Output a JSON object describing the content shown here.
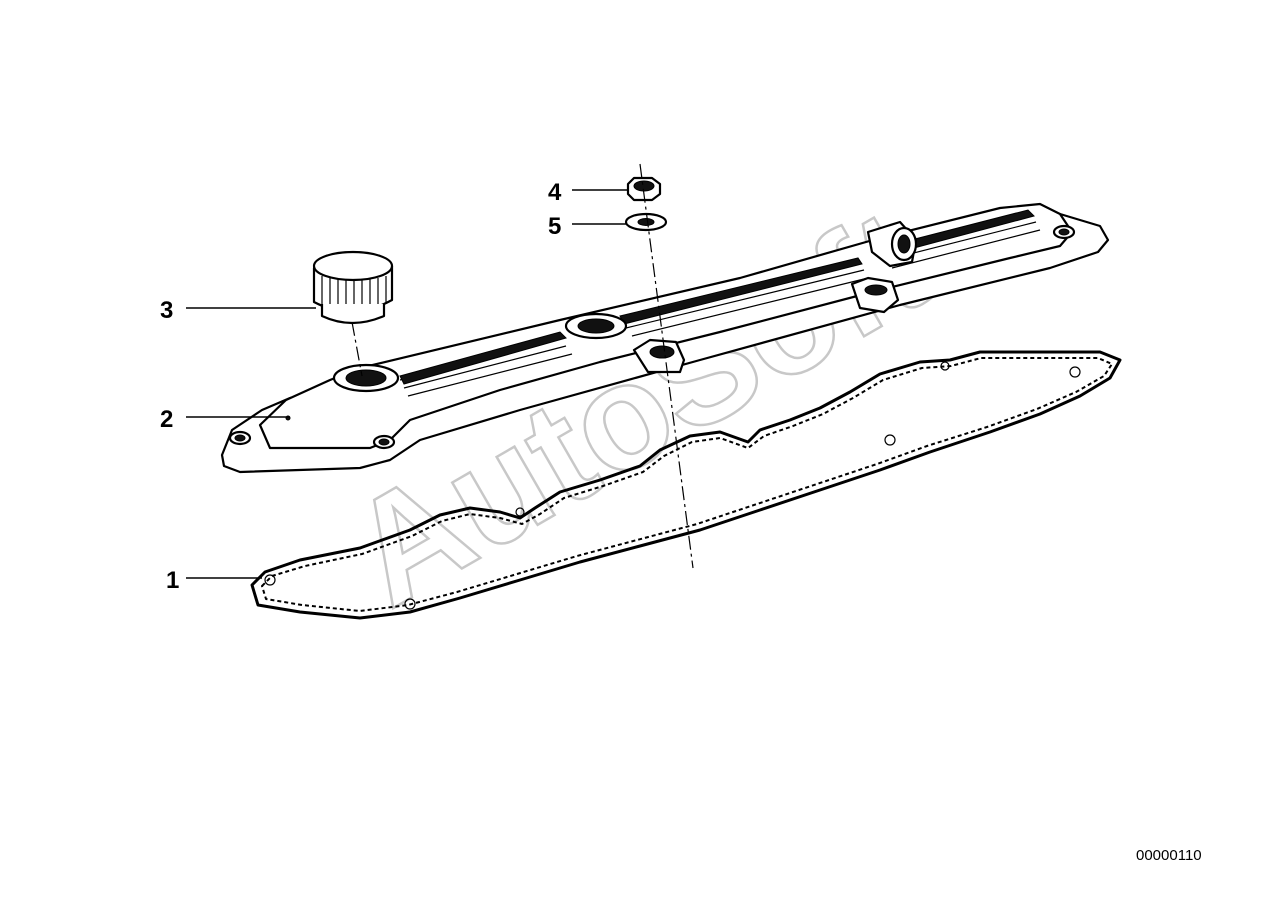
{
  "diagram": {
    "callouts": [
      {
        "number": "1",
        "part": "gasket"
      },
      {
        "number": "2",
        "part": "cylinder-head-cover"
      },
      {
        "number": "3",
        "part": "oil-filler-cap"
      },
      {
        "number": "4",
        "part": "nut"
      },
      {
        "number": "5",
        "part": "seal-washer"
      }
    ],
    "watermark": "AutoSoft",
    "document_code": "00000110"
  }
}
